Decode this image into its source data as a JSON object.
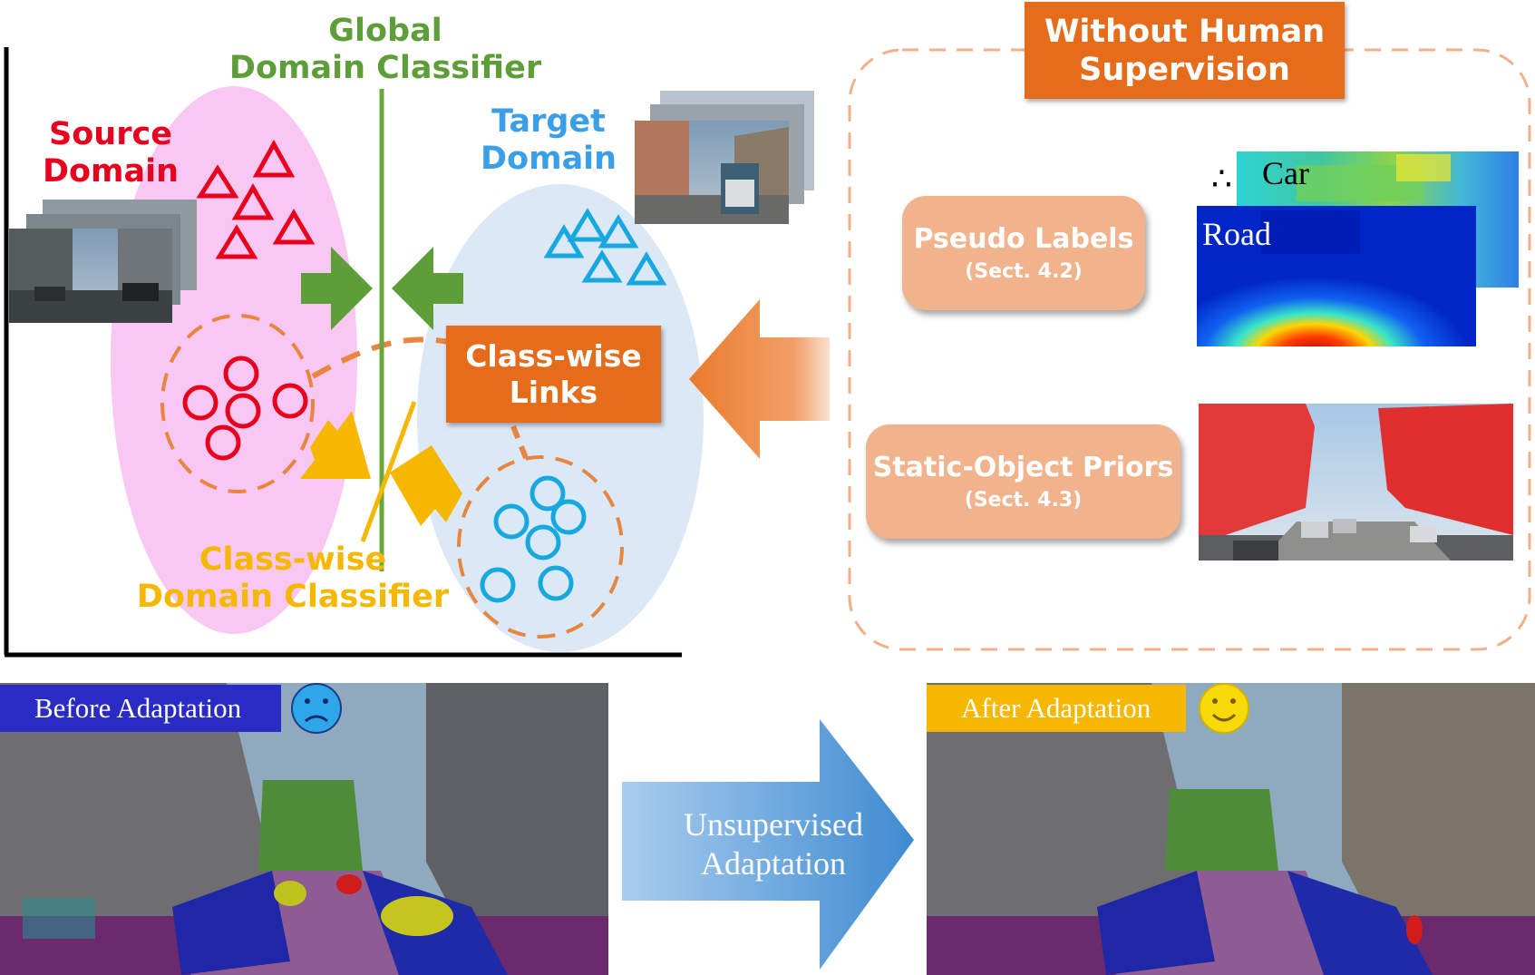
{
  "labels": {
    "global_classifier": "Global\nDomain Classifier",
    "source_domain": "Source\nDomain",
    "target_domain": "Target\nDomain",
    "classwise_classifier": "Class-wise\nDomain Classifier",
    "classwise_links": "Class-wise\nLinks",
    "without_supervision": "Without Human\nSupervision",
    "pseudo_labels": "Pseudo Labels",
    "pseudo_labels_ref": "(Sect. 4.2)",
    "static_priors": "Static-Object Priors",
    "static_priors_ref": "(Sect. 4.3)",
    "car": "Car",
    "road": "Road",
    "ellipsis": "∴",
    "before_adaptation": "Before Adaptation",
    "after_adaptation": "After Adaptation",
    "unsupervised_adaptation": "Unsupervised\nAdaptation"
  },
  "icons": {
    "sad_face": "sad-face-icon",
    "happy_face": "smiley-face-icon"
  },
  "colors": {
    "source_red": "#e8001f",
    "target_blue": "#3b9fe7",
    "global_green": "#5e9e39",
    "classwise_gold": "#f6b700",
    "link_orange": "#e46c1b",
    "source_ellipse": "#f9c8f2",
    "target_ellipse": "#dbe8f6",
    "before_banner": "#2a2ac4",
    "after_banner": "#f6b700",
    "arrow_blue": "#4a92d4"
  }
}
